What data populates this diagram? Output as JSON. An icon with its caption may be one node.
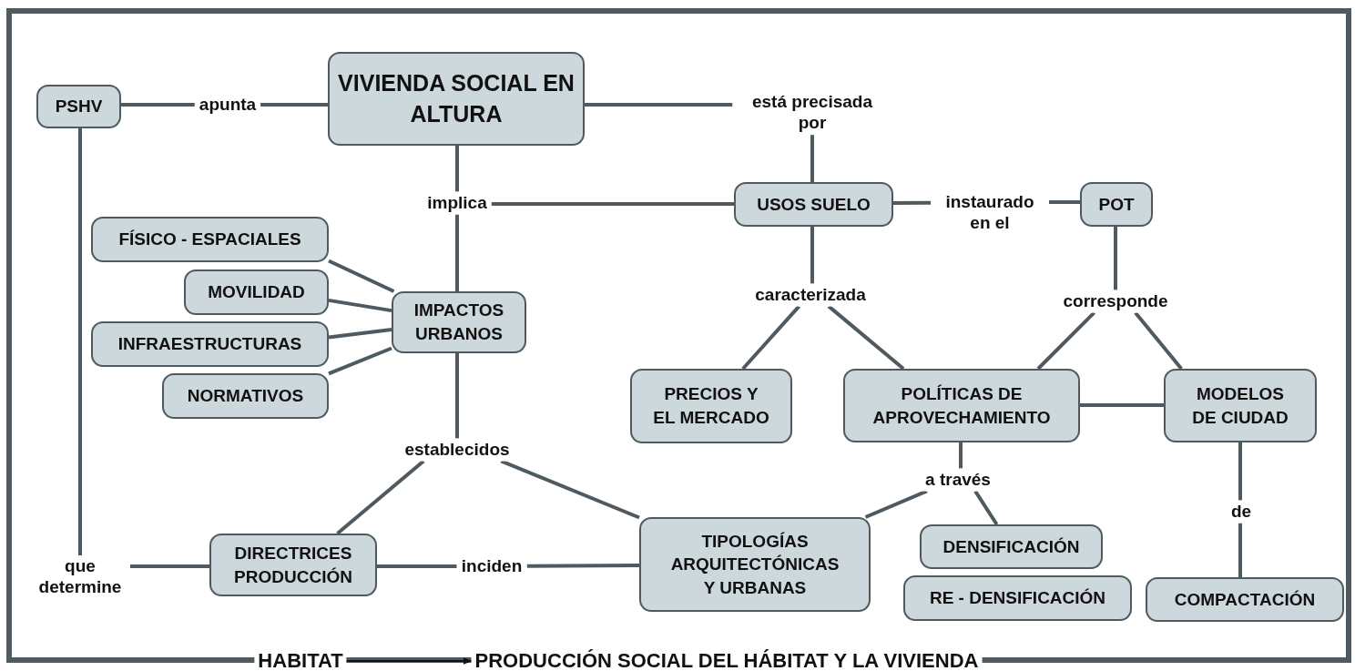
{
  "diagram": {
    "nodes": [
      {
        "text": [
          "PSHV"
        ]
      },
      {
        "text": [
          "VIVIENDA SOCIAL EN ALTURA"
        ]
      },
      {
        "text": [
          "apunta"
        ]
      },
      {
        "text": [
          "está precisada por"
        ]
      },
      {
        "text": [
          "implica"
        ]
      },
      {
        "text": [
          "USOS SUELO"
        ]
      },
      {
        "text": [
          "instaurado en el"
        ]
      },
      {
        "text": [
          "POT"
        ]
      },
      {
        "text": [
          "FÍSICO - ESPACIALES"
        ]
      },
      {
        "text": [
          "MOVILIDAD"
        ]
      },
      {
        "text": [
          "IMPACTOS URBANOS"
        ]
      },
      {
        "text": [
          "INFRAESTRUCTURAS"
        ]
      },
      {
        "text": [
          "NORMATIVOS"
        ]
      },
      {
        "text": [
          "caracterizada"
        ]
      },
      {
        "text": [
          "corresponde"
        ]
      },
      {
        "text": [
          "PRECIOS Y EL MERCADO"
        ]
      },
      {
        "text": [
          "POLÍTICAS DE APROVECHAMIENTO"
        ]
      },
      {
        "text": [
          "MODELOS DE CIUDAD"
        ]
      },
      {
        "text": [
          "establecidos"
        ]
      },
      {
        "text": [
          "a través"
        ]
      },
      {
        "text": [
          "de"
        ]
      },
      {
        "text": [
          "que determine"
        ]
      },
      {
        "text": [
          "DIRECTRICES PRODUCCIÓN"
        ]
      },
      {
        "text": [
          "inciden"
        ]
      },
      {
        "text": [
          "TIPOLOGÍAS ARQUITECTÓNICAS Y URBANAS"
        ]
      },
      {
        "text": [
          "DENSIFICACIÓN"
        ]
      },
      {
        "text": [
          "RE - DENSIFICACIÓN"
        ]
      },
      {
        "text": [
          "COMPACTACIÓN"
        ]
      },
      {
        "text": [
          "HABITAT"
        ]
      },
      {
        "text": [
          "PRODUCCIÓN SOCIAL DEL HÁBITAT Y LA VIVIENDA"
        ]
      }
    ],
    "edges": [
      {
        "from": 0,
        "to": 2,
        "arrow": "none"
      },
      {
        "from": 2,
        "to": 1,
        "arrow": "none"
      },
      {
        "from": 1,
        "to": 3,
        "arrow": "none"
      },
      {
        "from": 3,
        "to": 5,
        "arrow": "none"
      },
      {
        "from": 1,
        "to": 4,
        "arrow": "none"
      },
      {
        "from": 4,
        "to": 5,
        "arrow": "none"
      },
      {
        "from": 4,
        "to": 10,
        "arrow": "none"
      },
      {
        "from": 5,
        "to": 6,
        "arrow": "none"
      },
      {
        "from": 6,
        "to": 7,
        "arrow": "none"
      },
      {
        "from": 5,
        "to": 13,
        "arrow": "none"
      },
      {
        "from": 13,
        "to": 15,
        "arrow": "none"
      },
      {
        "from": 13,
        "to": 16,
        "arrow": "none"
      },
      {
        "from": 7,
        "to": 14,
        "arrow": "none"
      },
      {
        "from": 14,
        "to": 16,
        "arrow": "none"
      },
      {
        "from": 14,
        "to": 17,
        "arrow": "none"
      },
      {
        "from": 16,
        "to": 17,
        "arrow": "none"
      },
      {
        "from": 8,
        "to": 10,
        "arrow": "none"
      },
      {
        "from": 9,
        "to": 10,
        "arrow": "none"
      },
      {
        "from": 11,
        "to": 10,
        "arrow": "none"
      },
      {
        "from": 12,
        "to": 10,
        "arrow": "none"
      },
      {
        "from": 10,
        "to": 18,
        "arrow": "none"
      },
      {
        "from": 18,
        "to": 22,
        "arrow": "none"
      },
      {
        "from": 18,
        "to": 24,
        "arrow": "none"
      },
      {
        "from": 16,
        "to": 19,
        "arrow": "none"
      },
      {
        "from": 19,
        "to": 24,
        "arrow": "none"
      },
      {
        "from": 19,
        "to": 25,
        "arrow": "none"
      },
      {
        "from": 17,
        "to": 20,
        "arrow": "none"
      },
      {
        "from": 20,
        "to": 27,
        "arrow": "none"
      },
      {
        "from": 0,
        "to": 21,
        "arrow": "none"
      },
      {
        "from": 21,
        "to": 22,
        "arrow": "none"
      },
      {
        "from": 22,
        "to": 23,
        "arrow": "none"
      },
      {
        "from": 23,
        "to": 24,
        "arrow": "none"
      },
      {
        "from": 28,
        "to": 29,
        "arrow": "to"
      }
    ]
  }
}
